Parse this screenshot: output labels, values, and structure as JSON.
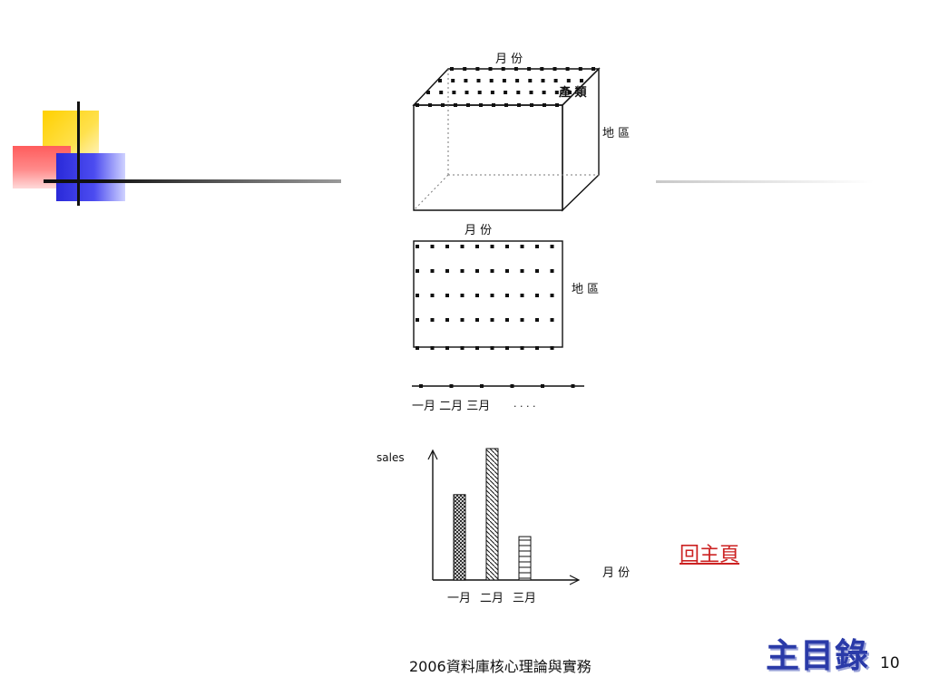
{
  "diagram": {
    "cube": {
      "top_label": "月 份",
      "depth_label": "產 類",
      "side_label": "地 區"
    },
    "grid": {
      "top_label": "月 份",
      "side_label": "地 區"
    },
    "line": {
      "months_label": "一月 二月 三月",
      "ellipsis": "· · · ·"
    },
    "bar": {
      "y_label": "sales",
      "x_label": "月 份",
      "categories": [
        "一月",
        "二月",
        "三月"
      ]
    }
  },
  "chart_data": {
    "type": "bar",
    "title": "",
    "xlabel": "月 份",
    "ylabel": "sales",
    "categories": [
      "一月",
      "二月",
      "三月"
    ],
    "values": [
      0.65,
      1.0,
      0.33
    ],
    "grid": false
  },
  "nav": {
    "home_link": "回主頁",
    "main_toc": "主目錄"
  },
  "footer": {
    "text": "2006資料庫核心理論與實務",
    "page_number": "10"
  },
  "colors": {
    "link": "#cc2222",
    "toc": "#2a3aa8",
    "deco_yellow": "#ffd000",
    "deco_red": "#ff5c5c",
    "deco_blue": "#2a2ad9"
  }
}
